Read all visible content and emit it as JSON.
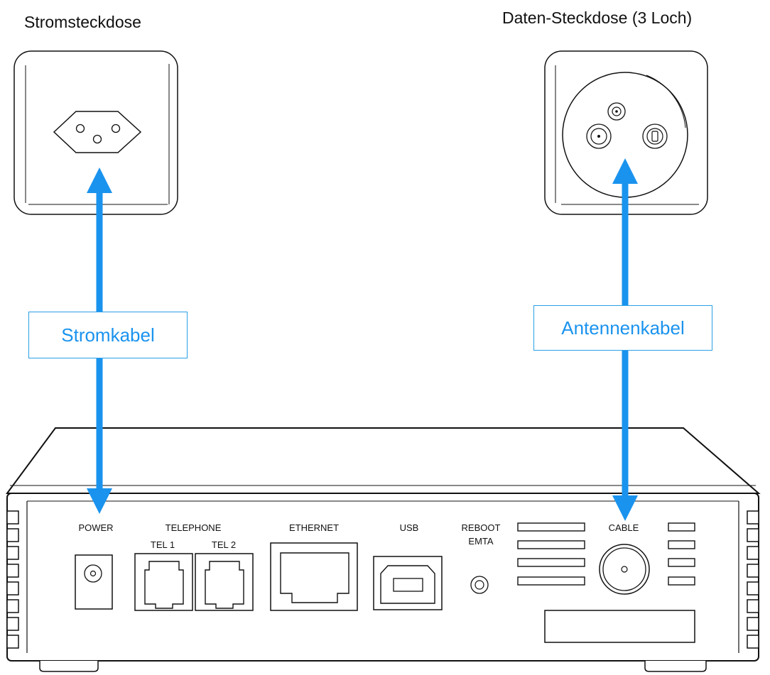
{
  "power_outlet": {
    "title": "Stromsteckdose"
  },
  "data_outlet": {
    "title": "Daten-Steckdose (3 Loch)"
  },
  "cables": {
    "power": {
      "label": "Stromkabel"
    },
    "antenna": {
      "label": "Antennenkabel"
    }
  },
  "device_ports": {
    "power": "POWER",
    "telephone": "TELEPHONE",
    "tel1": "TEL 1",
    "tel2": "TEL 2",
    "ethernet": "ETHERNET",
    "usb": "USB",
    "reboot_line1": "REBOOT",
    "reboot_line2": "EMTA",
    "cable": "CABLE"
  },
  "colors": {
    "arrow": "#1a93ee",
    "label_border": "#2aa0e6",
    "label_text": "#1a93ee",
    "line": "#111111"
  }
}
